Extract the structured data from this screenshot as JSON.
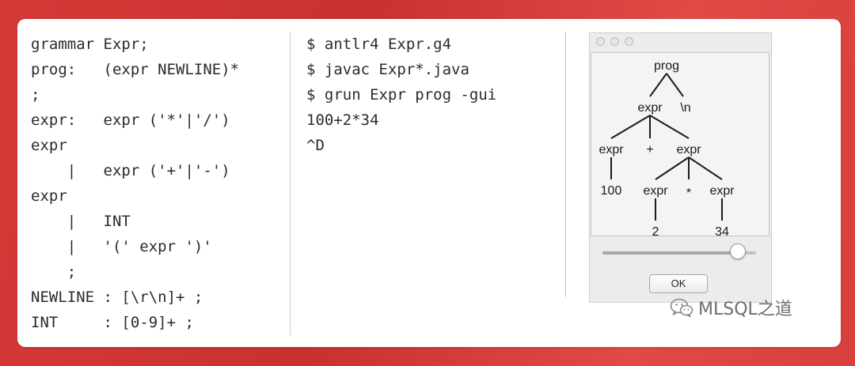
{
  "grammar_lines": [
    "grammar Expr;",
    "prog:   (expr NEWLINE)*",
    ";",
    "expr:   expr ('*'|'/')",
    "expr",
    "    |   expr ('+'|'-')",
    "expr",
    "    |   INT",
    "    |   '(' expr ')'",
    "    ;",
    "NEWLINE : [\\r\\n]+ ;",
    "INT     : [0-9]+ ;"
  ],
  "shell_lines": [
    "$ antlr4 Expr.g4",
    "$ javac Expr*.java",
    "$ grun Expr prog -gui",
    "100+2*34",
    "^D"
  ],
  "parse_tree": {
    "root": "prog",
    "level1": [
      "expr",
      "\\n"
    ],
    "level2": [
      "expr",
      "+",
      "expr"
    ],
    "level3": [
      "100",
      "expr",
      "*",
      "expr"
    ],
    "level4": [
      "2",
      "34"
    ]
  },
  "gui_window": {
    "ok_label": "OK",
    "zoom_level": 0.88
  },
  "watermark": {
    "text": "MLSQL之道",
    "icon": "wechat-icon"
  }
}
